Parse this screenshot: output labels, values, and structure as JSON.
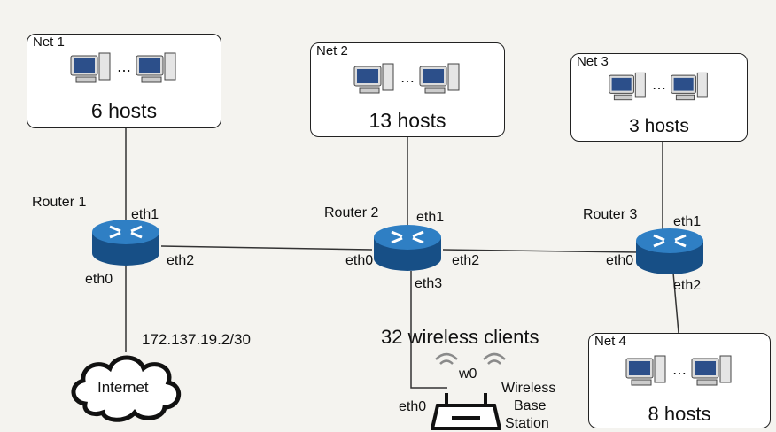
{
  "networks": [
    {
      "name": "Net 1",
      "hosts": "6 hosts"
    },
    {
      "name": "Net 2",
      "hosts": "13 hosts"
    },
    {
      "name": "Net 3",
      "hosts": "3 hosts"
    },
    {
      "name": "Net 4",
      "hosts": "8 hosts"
    }
  ],
  "routers": [
    {
      "name": "Router 1",
      "ifaces": {
        "eth1": "eth1",
        "eth2": "eth2",
        "eth0": "eth0"
      }
    },
    {
      "name": "Router 2",
      "ifaces": {
        "eth1": "eth1",
        "eth0": "eth0",
        "eth2": "eth2",
        "eth3": "eth3"
      }
    },
    {
      "name": "Router 3",
      "ifaces": {
        "eth1": "eth1",
        "eth0": "eth0",
        "eth2": "eth2"
      }
    }
  ],
  "internet": {
    "label": "Internet",
    "address": "172.137.19.2/30"
  },
  "wireless": {
    "clients": "32 wireless clients",
    "iface_w0": "w0",
    "iface_eth0": "eth0",
    "station_line1": "Wireless",
    "station_line2": "Base",
    "station_line3": "Station"
  },
  "colors": {
    "router": "#1f6fb2",
    "router_dark": "#174f86",
    "link": "#333333"
  }
}
